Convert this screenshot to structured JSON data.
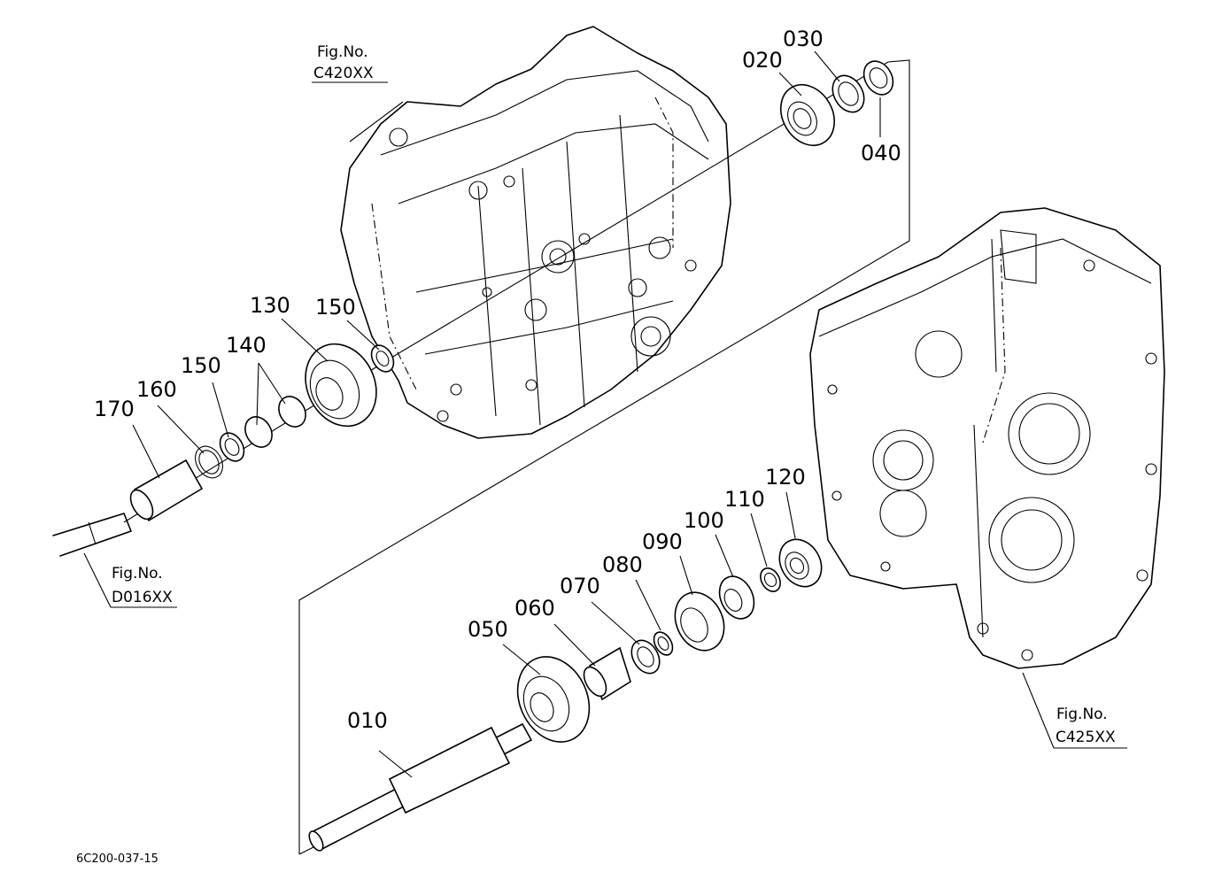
{
  "diagram_code": "6C200-037-15",
  "figure_refs": [
    {
      "id": "c420",
      "line1": "Fig.No.",
      "line2": "C420XX"
    },
    {
      "id": "c425",
      "line1": "Fig.No.",
      "line2": "C425XX"
    },
    {
      "id": "d016",
      "line1": "Fig.No.",
      "line2": "D016XX"
    }
  ],
  "part_labels": {
    "p010": "010",
    "p020": "020",
    "p030": "030",
    "p040": "040",
    "p050": "050",
    "p060": "060",
    "p070": "070",
    "p080": "080",
    "p090": "090",
    "p100": "100",
    "p110": "110",
    "p120": "120",
    "p130": "130",
    "p140": "140",
    "p150a": "150",
    "p150b": "150",
    "p160": "160",
    "p170": "170"
  }
}
